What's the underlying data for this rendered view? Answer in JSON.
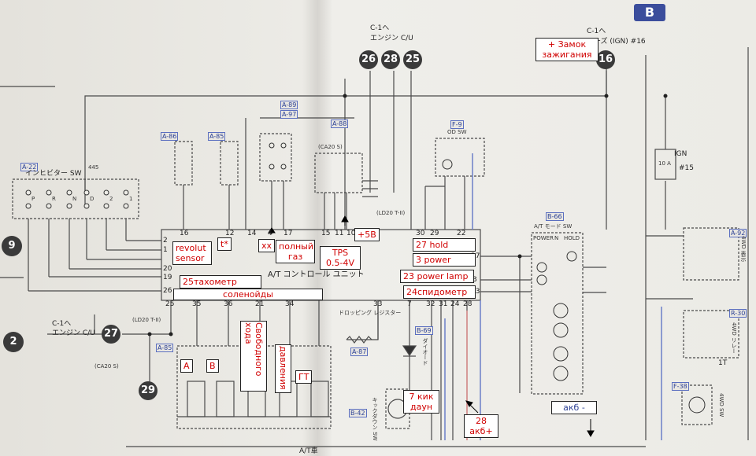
{
  "page_tag": "B",
  "circles": {
    "c26": "26",
    "c28": "28",
    "c25": "25",
    "c16": "16",
    "c9": "9",
    "c2": "2",
    "c27": "27",
    "c29": "29"
  },
  "ecu_label": {
    "top": "C-1へ",
    "sub": "エンジン C/U"
  },
  "fuse_label": {
    "top": "C-1へ",
    "sub": "ューズ (IGN) #16"
  },
  "left_c1": {
    "top": "C-1へ",
    "sub": "エンジン C/U"
  },
  "control_unit": {
    "title": "A/T コントロール ユニット",
    "top_pins": [
      "16",
      "12",
      "14",
      "4",
      "17",
      "15",
      "11",
      "10",
      "30",
      "29",
      "22"
    ],
    "left_pins": [
      "2",
      "1",
      "20",
      "19",
      "26",
      "25"
    ],
    "right_pins": [
      "27",
      "3",
      "23"
    ],
    "bottom_pins": [
      "35",
      "36",
      "21",
      "34",
      "33",
      "7",
      "32",
      "31",
      "24",
      "28"
    ]
  },
  "refs": {
    "a22": "A-22",
    "a86": "A-86",
    "a85": "A-85",
    "a89": "A-89",
    "a97": "A-97",
    "a88": "A-88",
    "f9": "F-9",
    "b66": "B-66",
    "a92": "A-92",
    "r30": "R-30",
    "f38": "F-38",
    "b69": "B-69",
    "b42": "B-42",
    "a85b": "A-85",
    "a87": "A-87"
  },
  "labels": {
    "inhibitor": "インヒビター SW",
    "inhibitor_pos": [
      "P",
      "R",
      "N",
      "D",
      "2",
      "1"
    ],
    "wire_445": "445",
    "ignition": "IGN",
    "fuse_value": "10 A",
    "fuse_num": "#15",
    "od_sw": "OD SW",
    "mode_sw": "A/T モード SW",
    "mode_cols": [
      "POWER",
      "N",
      "HOLD"
    ],
    "dropping": "ドロッピング レジスター",
    "diode": "ダイオード",
    "kickdown": "キックダウン SW",
    "bottom_bar": "A/T車",
    "ld20": "(LD20 T-II)",
    "ca20s": "(CA20 S)",
    "relay_4wd": "4WD リレー",
    "sw_4wd": "4WD SW",
    "ld20b": "(LD20 T-II)",
    "ca20sb": "(CA20 S)",
    "one_t": "1T",
    "wd4": "4WD 表示"
  },
  "annotations": {
    "ignition_lock": "+ Замок зажигания",
    "revolut": "revolut sensor",
    "temp": "t*",
    "xx": "хх",
    "full_throttle": "полный газ",
    "tps": "TPS 0.5-4V",
    "plus5v": "+5В",
    "hold27": "27 hold",
    "power3": "3 power",
    "power_lamp": "23 power lamp",
    "speedo": "24спидометр",
    "tacho": "25тахометр",
    "solenoids": "соленойды",
    "sol_a": "A",
    "sol_b": "B",
    "free_run": "Свободного хода",
    "pressure": "давления",
    "gt": "ГТ",
    "kickdown7": "7 кик даун",
    "akb_plus": "28 акб+",
    "akb_minus": "акб -"
  }
}
